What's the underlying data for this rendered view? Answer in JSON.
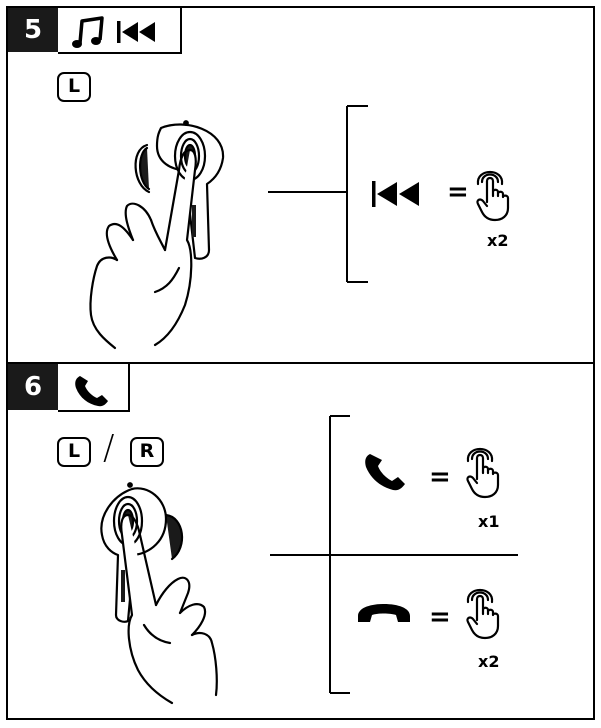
{
  "section5": {
    "step_number": "5",
    "step_icons": [
      "music-note-icon",
      "previous-track-icon"
    ],
    "side_key": "L",
    "action": {
      "icon": "previous-track-icon",
      "equals": "=",
      "gesture": "tap-hand-icon",
      "count": "x2"
    }
  },
  "section6": {
    "step_number": "6",
    "step_icons": [
      "phone-icon"
    ],
    "side_keys": [
      "L",
      "R"
    ],
    "separator": "/",
    "actions": [
      {
        "icon": "phone-answer-icon",
        "equals": "=",
        "gesture": "tap-hand-icon",
        "count": "x1"
      },
      {
        "icon": "phone-hangup-icon",
        "equals": "=",
        "gesture": "tap-hand-icon",
        "count": "x2"
      }
    ]
  }
}
